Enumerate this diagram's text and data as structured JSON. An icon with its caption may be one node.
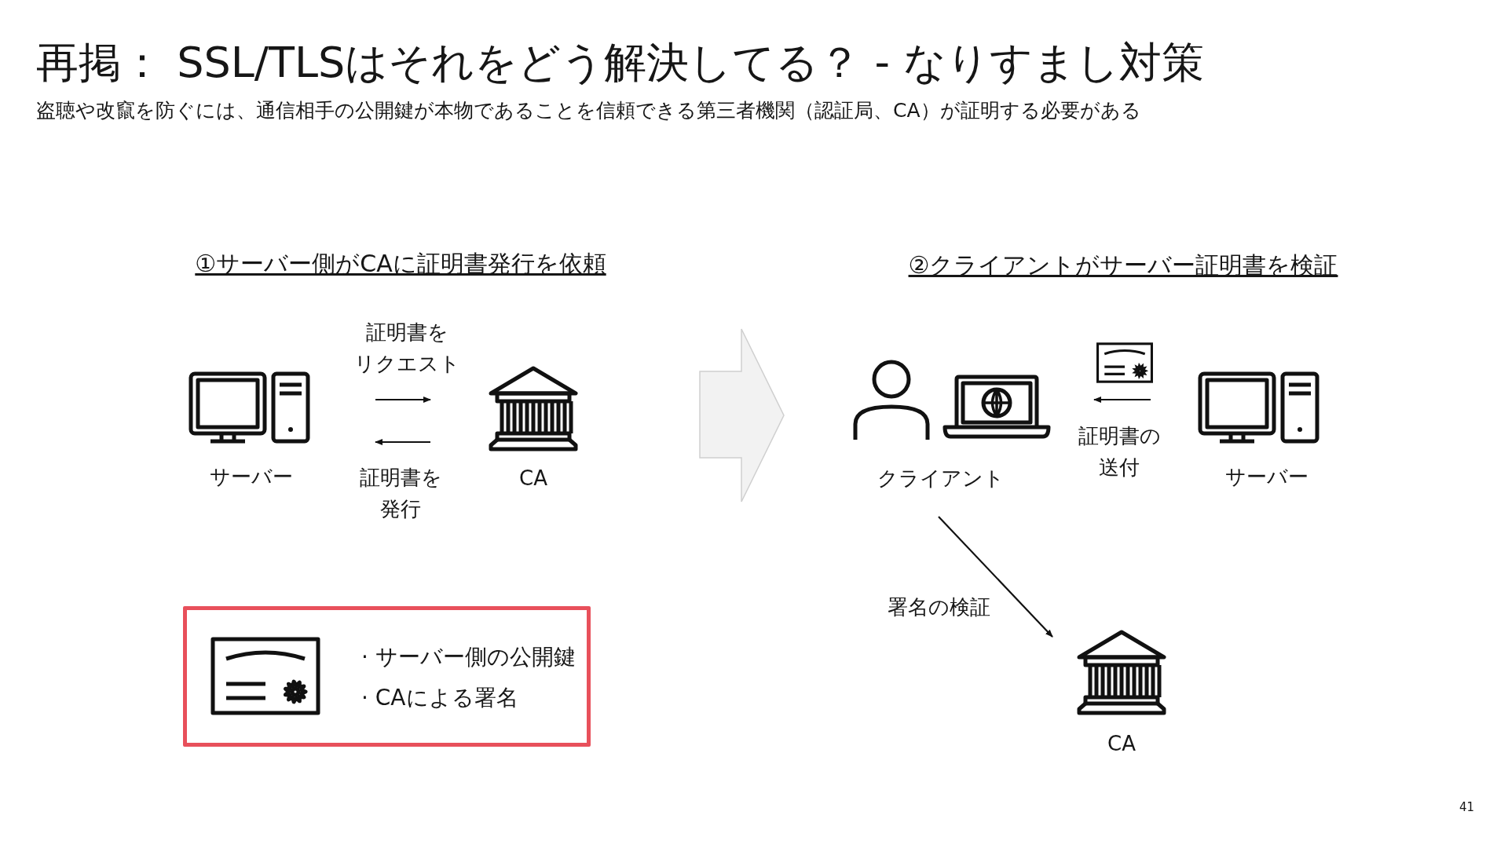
{
  "diagram": {
    "title": "再掲： SSL/TLSはそれをどう解決してる？ - なりすまし対策",
    "nodes": [
      {
        "text": [
          "サーバー"
        ]
      },
      {
        "text": [
          "CA"
        ]
      },
      {
        "text": [
          "クライアント"
        ]
      },
      {
        "text": [
          "サーバー"
        ]
      },
      {
        "text": [
          "CA"
        ]
      },
      {
        "text": [
          "· サーバー側の公開鍵",
          "· CAによる署名"
        ]
      }
    ],
    "edges": [
      {
        "from": 0,
        "to": 1,
        "arrow": "to",
        "label": "証明書をリクエスト"
      },
      {
        "from": 1,
        "to": 0,
        "arrow": "to",
        "label": "証明書を発行"
      },
      {
        "from": 3,
        "to": 2,
        "arrow": "to",
        "label": "証明書の送付"
      },
      {
        "from": 2,
        "to": 4,
        "arrow": "to",
        "label": "署名の検証"
      }
    ],
    "labels": [
      "盗聴や改竄を防ぐには、通信相手の公開鍵が本物であることを信頼できる第三者機関（認証局、CA）が証明する必要がある",
      "①サーバー側がCAに証明書発行を依頼",
      "②クライアントがサーバー証明書を検証",
      "41"
    ]
  }
}
